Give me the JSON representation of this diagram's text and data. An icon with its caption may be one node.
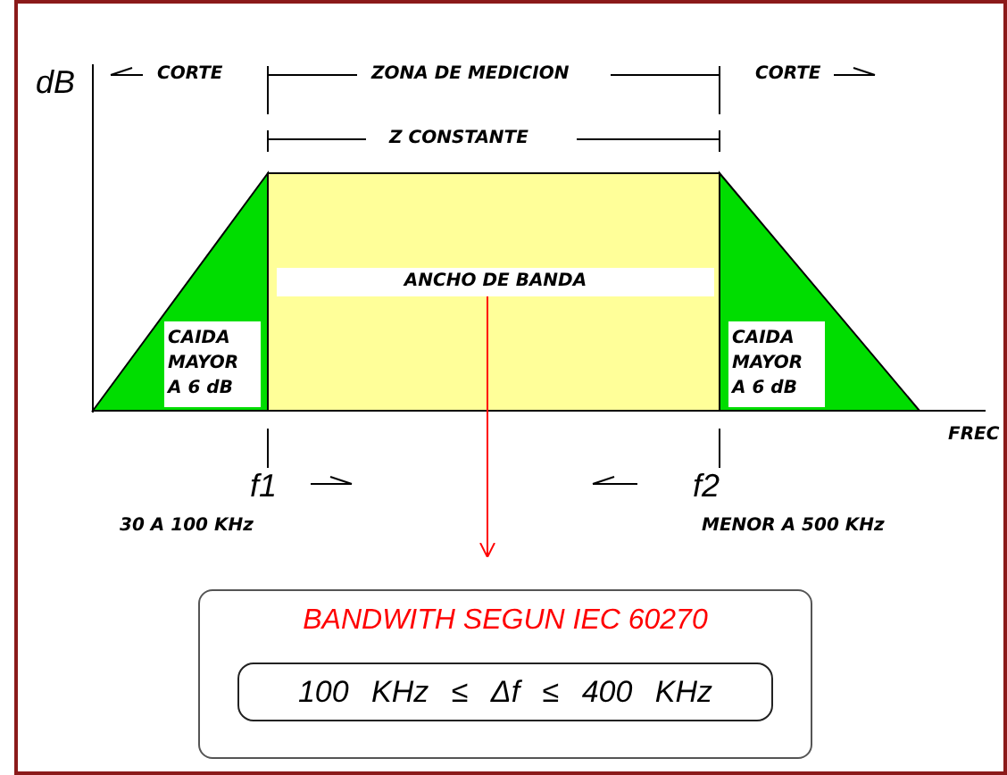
{
  "diagram": {
    "nodes": [
      {
        "text": [
          "ANCHO DE BANDA"
        ]
      },
      {
        "text": [
          "BANDWITH SEGUN IEC 60270"
        ]
      },
      {
        "text": [
          "100 KHz ≤ Δf ≤ 400 KHz"
        ],
        "in": 1
      },
      {
        "text": [
          "CAIDA MAYOR A 6 dB"
        ]
      },
      {
        "text": [
          "CAIDA MAYOR A 6 dB"
        ]
      }
    ],
    "edges": [
      {
        "from": 0,
        "to": 1,
        "arrow": "to",
        "color": "#ff0000"
      }
    ],
    "labels": [
      "dB",
      "CORTE",
      "ZONA DE MEDICION",
      "CORTE",
      "Z CONSTANTE",
      "FREC",
      "f1",
      "30 A 100 KHz",
      "f2",
      "MENOR A 500 KHz"
    ]
  }
}
